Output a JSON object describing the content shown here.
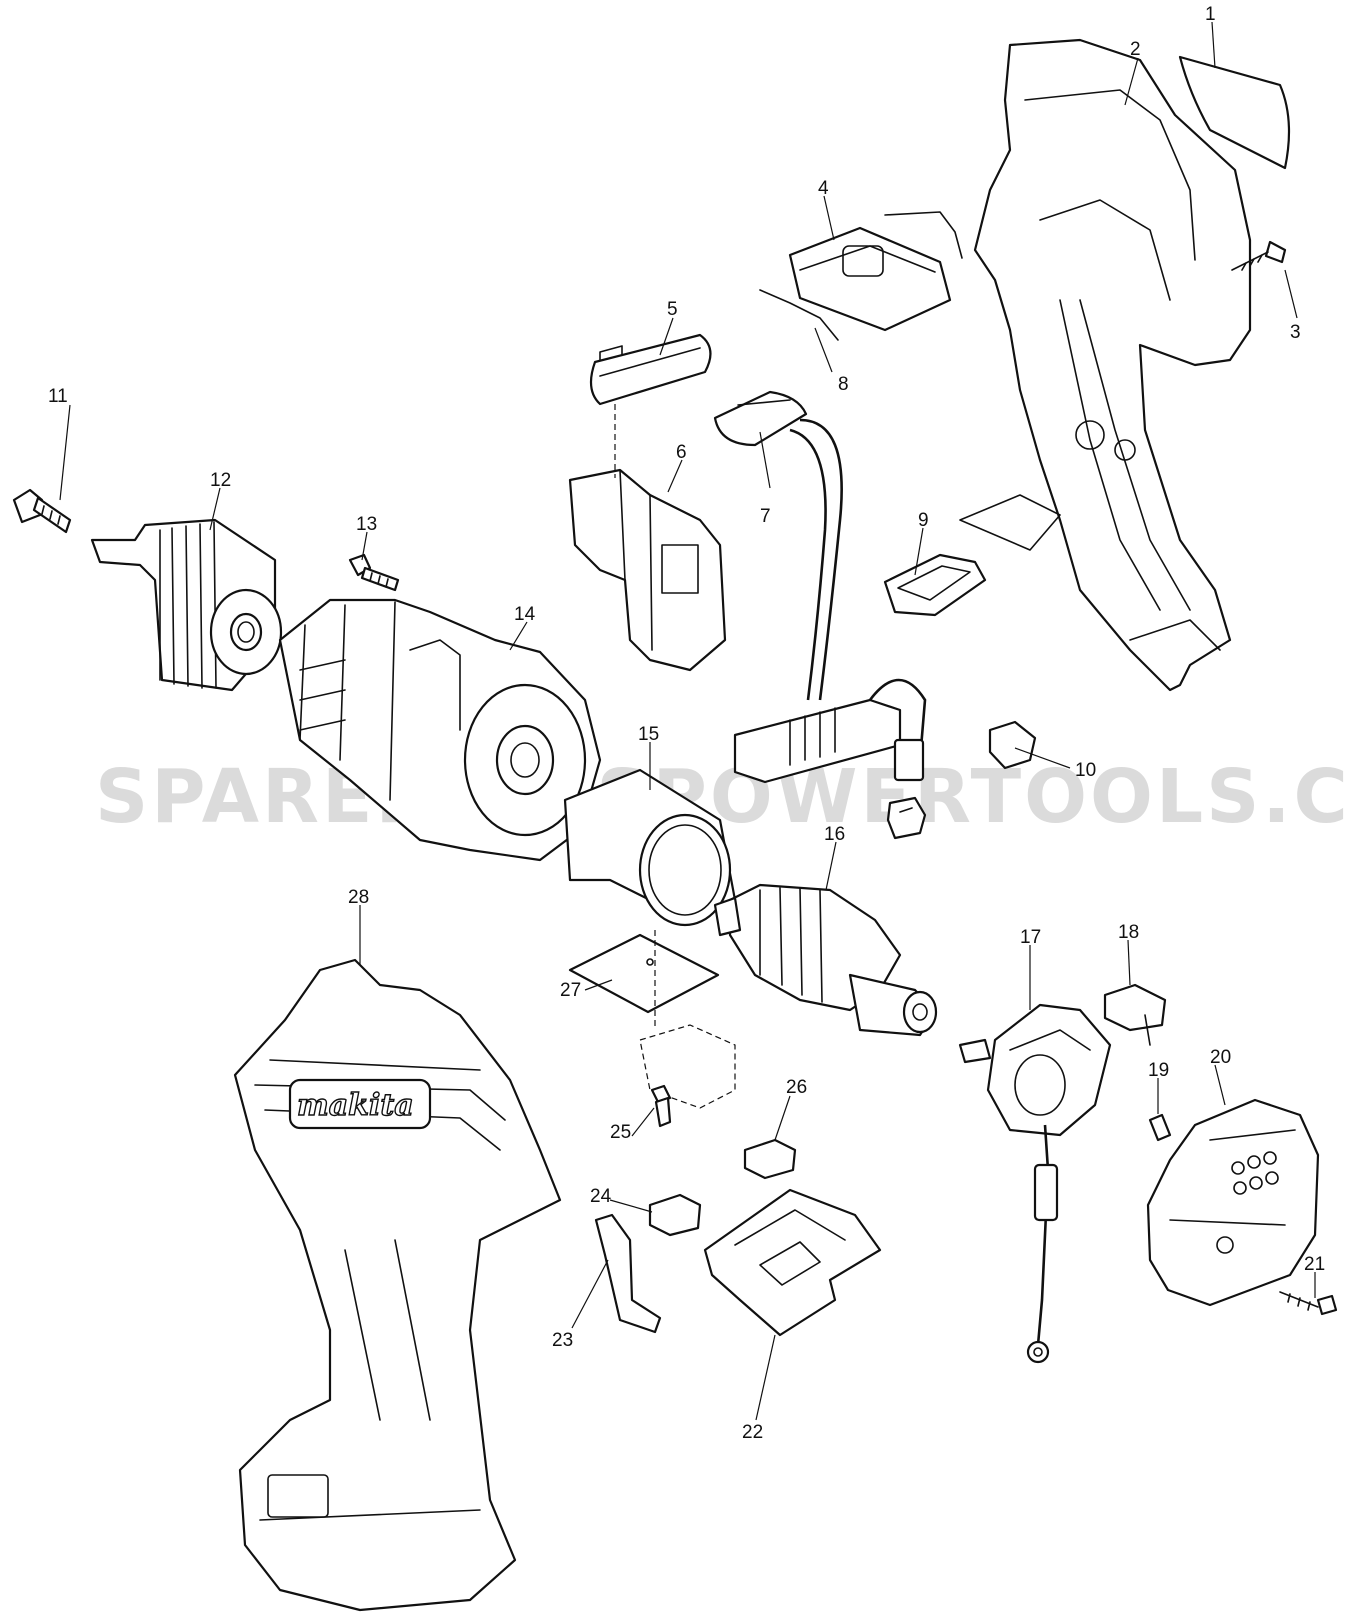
{
  "watermark": "SPAREPARTSPOWERTOOLS.COM.AU",
  "brand_logo": "makita",
  "callouts": [
    {
      "id": "1",
      "label": "1"
    },
    {
      "id": "2",
      "label": "2"
    },
    {
      "id": "3",
      "label": "3"
    },
    {
      "id": "4",
      "label": "4"
    },
    {
      "id": "5",
      "label": "5"
    },
    {
      "id": "6",
      "label": "6"
    },
    {
      "id": "7",
      "label": "7"
    },
    {
      "id": "8",
      "label": "8"
    },
    {
      "id": "9",
      "label": "9"
    },
    {
      "id": "10",
      "label": "10"
    },
    {
      "id": "11",
      "label": "11"
    },
    {
      "id": "12",
      "label": "12"
    },
    {
      "id": "13",
      "label": "13"
    },
    {
      "id": "14",
      "label": "14"
    },
    {
      "id": "15",
      "label": "15"
    },
    {
      "id": "16",
      "label": "16"
    },
    {
      "id": "17",
      "label": "17"
    },
    {
      "id": "18",
      "label": "18"
    },
    {
      "id": "19",
      "label": "19"
    },
    {
      "id": "20",
      "label": "20"
    },
    {
      "id": "21",
      "label": "21"
    },
    {
      "id": "22",
      "label": "22"
    },
    {
      "id": "23",
      "label": "23"
    },
    {
      "id": "24",
      "label": "24"
    },
    {
      "id": "25",
      "label": "25"
    },
    {
      "id": "26",
      "label": "26"
    },
    {
      "id": "27",
      "label": "27"
    },
    {
      "id": "28",
      "label": "28"
    }
  ]
}
